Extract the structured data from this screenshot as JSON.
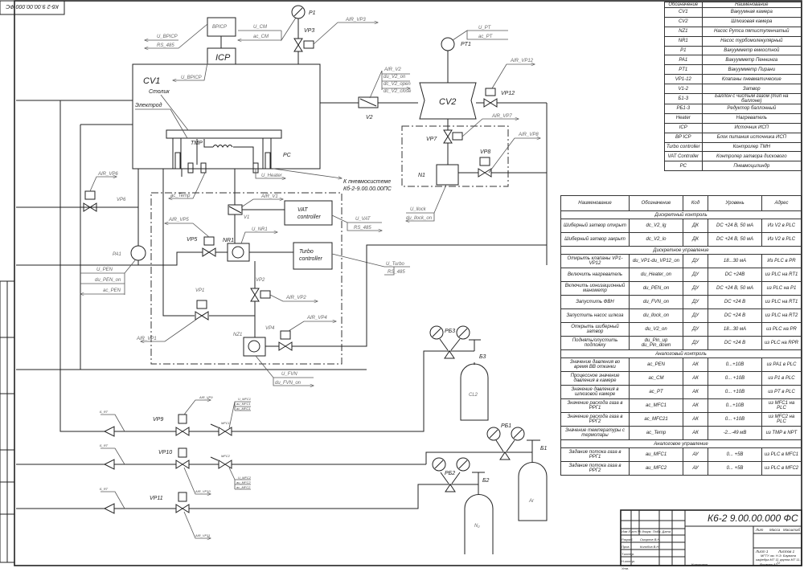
{
  "stamp_top": "К6-2 9.00.00.000 ФС",
  "diagram": {
    "cv1": "CV1",
    "cv2": "CV2",
    "icp": "ICP",
    "bpicp": "BPICP",
    "p1": "P1",
    "vp3": "VP3",
    "air_vp3": "AIR_VP3",
    "u_cm": "U_CM",
    "ac_cm": "ac_CM",
    "u_bpicp": "U_BPICP",
    "rs485": "RS_485",
    "u_bpicp2": "U_BPICP",
    "stolik": "Столик",
    "elektrod": "Электрод",
    "tmp": "TMP",
    "pc": "PC",
    "u_heater": "U_Heater",
    "pneumo": "К пневмосистеме",
    "pneumo2": "Кб-2-9.00.00.00ПС",
    "v2": "V2",
    "air_v2": "AIR_V2",
    "du_v2_on": "du_V2_on",
    "dc_v2_open": "dc_V2_open",
    "dc_v2_close": "dc_V2_close",
    "pt1": "PT1",
    "u_pt": "U_PT",
    "ac_pt": "ac_PT",
    "vp12": "VP12",
    "air_vp12": "AIR_VP12",
    "vp7": "VP7",
    "air_vp7": "AIR_VP7",
    "vp8": "VP8",
    "air_vp8": "AIR_VP8",
    "n1": "N1",
    "u_llock": "U_llock",
    "du_llock_on": "du_llock_on",
    "ac_temp": "ac_Temp",
    "air_v1": "AIR_V1",
    "v1": "V1",
    "vat1": "VAT",
    "vat2": "controller",
    "u_vat": "U_VAT",
    "rs485_vat": "RS_485",
    "turbo1": "Turbo",
    "turbo2": "controller",
    "u_turbo": "U_Turbo",
    "rs485_turbo": "RS_485",
    "vp5": "VP5",
    "air_vp5": "AIR_VP5",
    "nr1": "NR1",
    "u_nr1": "U_NR1",
    "vp6": "VP6",
    "air_vp6": "AIR_VP6",
    "pa1": "PA1",
    "u_pen": "U_PEN",
    "du_pen_on": "du_PEN_on",
    "ac_pen": "ac_PEN",
    "vp2": "VP2",
    "air_vp2": "AIR_VP2",
    "vp1": "VP1",
    "air_vp1": "AIR_VP1",
    "nz1": "NZ1",
    "vp4": "VP4",
    "air_vp4": "AIR_VP4",
    "u_fvn": "U_FVN",
    "du_fvn_on": "du_FVN_on",
    "vp9": "VP9",
    "air_vp9": "AIR_VP9",
    "vp10": "VP10",
    "air_vp10": "AIR_VP10",
    "vp11": "VP11",
    "air_vp11": "AIR_VP11",
    "mfc1": "MFC1",
    "mfc2": "MFC2",
    "u_mfc1": "U_MFC1",
    "au_mfc1": "au_MFC1",
    "ac_mfc1": "ac_MFC1",
    "u_mfc2": "U_MFC2",
    "au_mfc2": "au_MFC2",
    "ac_mfc2": "ac_MFC2",
    "b_rt": "Б_RT",
    "rb3": "РБ3",
    "b3": "Б3",
    "cl2": "CL2",
    "rb1": "РБ1",
    "b1": "Б1",
    "ar": "Ar",
    "rb2": "РБ2",
    "b2": "Б2",
    "n2": "N₂"
  },
  "legend": {
    "headers": [
      "Обозначение",
      "Наименование"
    ],
    "rows": [
      [
        "CV1",
        "Вакуумная камера"
      ],
      [
        "CV2",
        "Шлюзовая камера"
      ],
      [
        "NZ1",
        "Насос Рутса пятиступенчатый"
      ],
      [
        "NR1",
        "Насос турбомолекулярный"
      ],
      [
        "P1",
        "Вакуумметр емкостной"
      ],
      [
        "PA1",
        "Вакуумметр Пеннинга"
      ],
      [
        "PT1",
        "Вакуумметр Пирани"
      ],
      [
        "VP1-12",
        "Клапаны пневматические"
      ],
      [
        "V1-2",
        "Затвор"
      ],
      [
        "Б1-3",
        "Баллон с чистым газом (тип на баллоне)"
      ],
      [
        "РБ1-3",
        "Редуктор баллонный"
      ],
      [
        "Heater",
        "Нагреватель"
      ],
      [
        "ICP",
        "Источник ИСП"
      ],
      [
        "BP ICP",
        "Блок питания источника ИСП"
      ],
      [
        "Turbo controller",
        "Контролер ТМН"
      ],
      [
        "VAT Controller",
        "Контролер затвора дискового"
      ],
      [
        "PC",
        "Пневмоцилиндр"
      ]
    ]
  },
  "signals": {
    "headers": [
      "Наименование",
      "Обозначение",
      "Код",
      "Уровень",
      "Адрес"
    ],
    "sections": [
      {
        "title": "Дискретный контроль",
        "rows": [
          [
            "Шиберный затвор открыт",
            "dc_V2_lg",
            "ДК",
            "DC +24 В, 50 мА",
            "Из V2 в PLC"
          ],
          [
            "Шиберный затвор закрыт",
            "dc_V2_lo",
            "ДК",
            "DC +24 В, 50 мА",
            "Из V2 в PLC"
          ]
        ]
      },
      {
        "title": "Дискретное управление",
        "rows": [
          [
            "Открыть клапаны VP1-VP12",
            "du_VP1-du_VP12_on",
            "ДУ",
            "18...30 мА",
            "Из PLC в PR"
          ],
          [
            "Включить нагреватель",
            "du_Heater_on",
            "ДУ",
            "DC +24В",
            "из PLC на RT1"
          ],
          [
            "Включить ионизационный манометр",
            "du_PEN_on",
            "ДУ",
            "DC +24 В, 50 мА",
            "из PLC на P1"
          ],
          [
            "Запустить ФВН",
            "du_FVN_on",
            "ДУ",
            "DC +24 В",
            "из PLC на RT1"
          ],
          [
            "Запустить насос шлюза",
            "du_llock_on",
            "ДУ",
            "DC +24 В",
            "из PLC на RT2"
          ],
          [
            "Открыть шиберный затвор",
            "du_V2_on",
            "ДУ",
            "18...30 мА",
            "из PLC на PR"
          ],
          [
            "Поднять/опустить подложку",
            "du_Pin_up du_Pin_down",
            "ДУ",
            "DC +24 В",
            "из PLC на RPR"
          ]
        ]
      },
      {
        "title": "Аналоговый контроль",
        "rows": [
          [
            "Значение давления во время ВВ откачки",
            "ac_PEN",
            "АК",
            "0...+10В",
            "из PA1 в PLC"
          ],
          [
            "Процессное значение давления в камере",
            "ac_CM",
            "АК",
            "0... +10В",
            "из P1 в PLC"
          ],
          [
            "Значение давления в шлюзовой камере",
            "ac_PT",
            "АК",
            "0... +10В",
            "из PT в PLC"
          ],
          [
            "Значение расхода газа в РРГ1",
            "ac_MFC1",
            "АК",
            "0...+10В",
            "из MFC1 на PLC"
          ],
          [
            "Значение расхода газа в РРГ2",
            "ac_MFC21",
            "АК",
            "0... +10В",
            "из MFC2 на PLC"
          ],
          [
            "Значение температуры с термопары",
            "ac_Temp",
            "АК",
            "-2...-49 мВ",
            "из TMP в NPT"
          ]
        ]
      },
      {
        "title": "Аналоговое управление",
        "rows": [
          [
            "Задание потока газа в РРГ1",
            "au_MFC1",
            "АУ",
            "0... +5В",
            "из PLC в MFC1"
          ],
          [
            "Задание потока газа в РРГ2",
            "au_MFC2",
            "АУ",
            "0... +5В",
            "из PLC в MFC2"
          ]
        ]
      }
    ]
  },
  "title_block": {
    "designation": "К6-2 9.00.00.000 ФС",
    "lit": "Лит",
    "mass": "Масса",
    "scale": "Масштаб",
    "sheet": "Лист 1",
    "sheets": "Листов 1",
    "org": "МГТУ им. Н.Э. Баумана кафедра МТ 11 группа МТ 11-72",
    "cols": [
      "Изм",
      "Лист",
      "№ докум.",
      "Подп.",
      "Дата"
    ],
    "roles": [
      "Разраб.",
      "Пров.",
      "Т.контр.",
      "Н.контр.",
      "Утв."
    ],
    "names": [
      "Смирнов В.Н.",
      "Колобов В.Н."
    ],
    "copied": "Копировал",
    "format": "Формат А3"
  }
}
